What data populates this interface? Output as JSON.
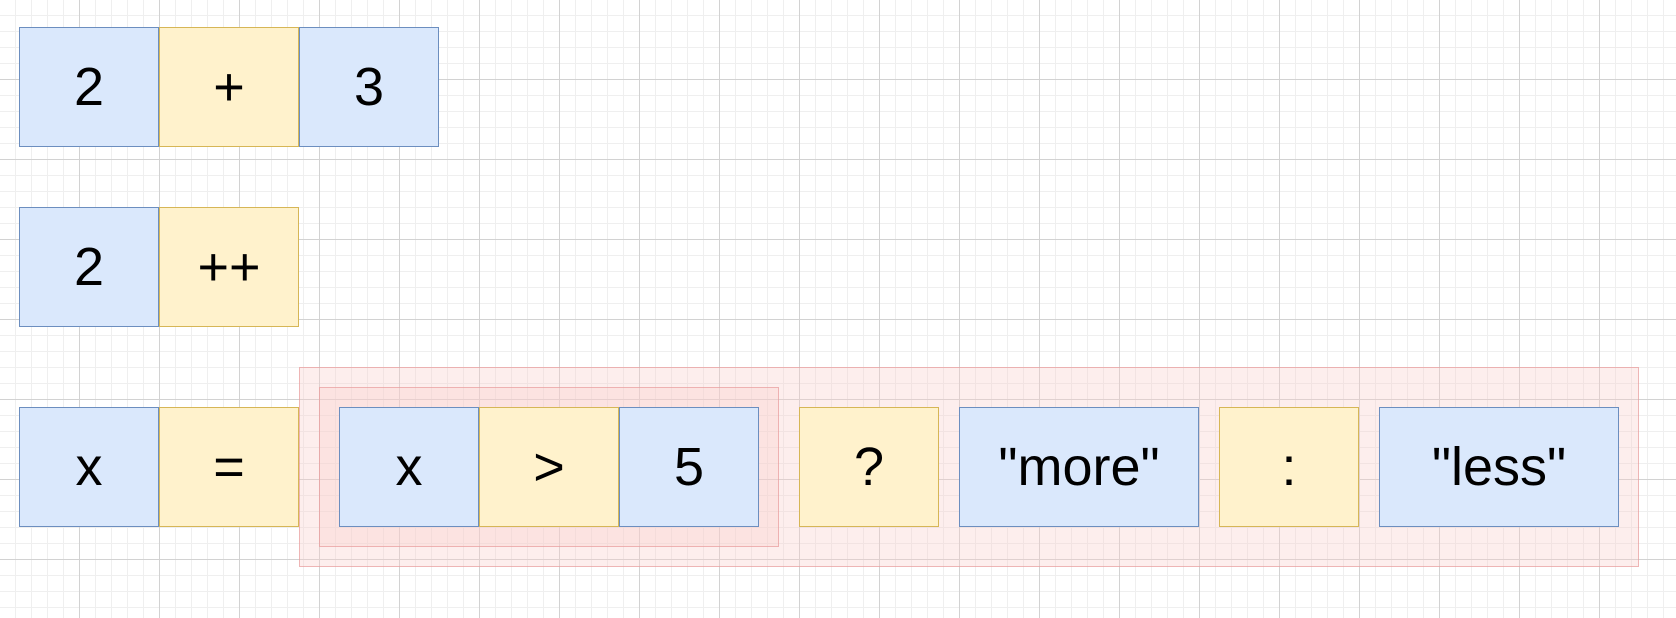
{
  "colors": {
    "operand_fill": "#dae8fc",
    "operand_border": "#6c8ebf",
    "operator_fill": "#fff2cc",
    "operator_border": "#d6b656",
    "group_fill": "#f8cecc",
    "group_border": "#e69696"
  },
  "expressions": {
    "binary": {
      "left": "2",
      "operator": "+",
      "right": "3"
    },
    "unary": {
      "operand": "2",
      "operator": "++"
    },
    "ternary": {
      "target": "x",
      "assign": "=",
      "condition": {
        "left": "x",
        "operator": ">",
        "right": "5"
      },
      "question": "?",
      "if_true": "\"more\"",
      "colon": ":",
      "if_false": "\"less\""
    }
  }
}
